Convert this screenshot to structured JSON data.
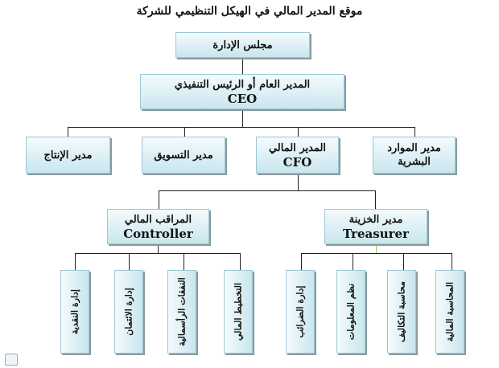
{
  "title": "موقع المدير المالي في الهيكل التنظيمي للشركة",
  "board": "مجلس الإدارة",
  "ceo": {
    "ar": "المدير العام أو الرئيس التنفيذي",
    "en": "CEO"
  },
  "level3": {
    "production": "مدير الإنتاج",
    "marketing": "مدير التسويق",
    "cfo": {
      "ar": "المدير المالي",
      "en": "CFO"
    },
    "hr": "مدير الموارد البشرية"
  },
  "controller": {
    "ar": "المراقب المالي",
    "en": "Controller",
    "children": [
      "إدارة النقدية",
      "إدارة الائتمان",
      "النفقات الرأسمالية",
      "التخطيط المالي"
    ]
  },
  "treasurer": {
    "ar": "مدير الخزينة",
    "en": "Treasurer",
    "children": [
      "إدارة الضرائب",
      "نظم المعلومات",
      "محاسبة التكاليف",
      "المحاسبة المالية"
    ]
  },
  "colors": {
    "box_top": "#f4fbfd",
    "box_bottom": "#c9e6ee",
    "border": "#9cc7d6"
  }
}
